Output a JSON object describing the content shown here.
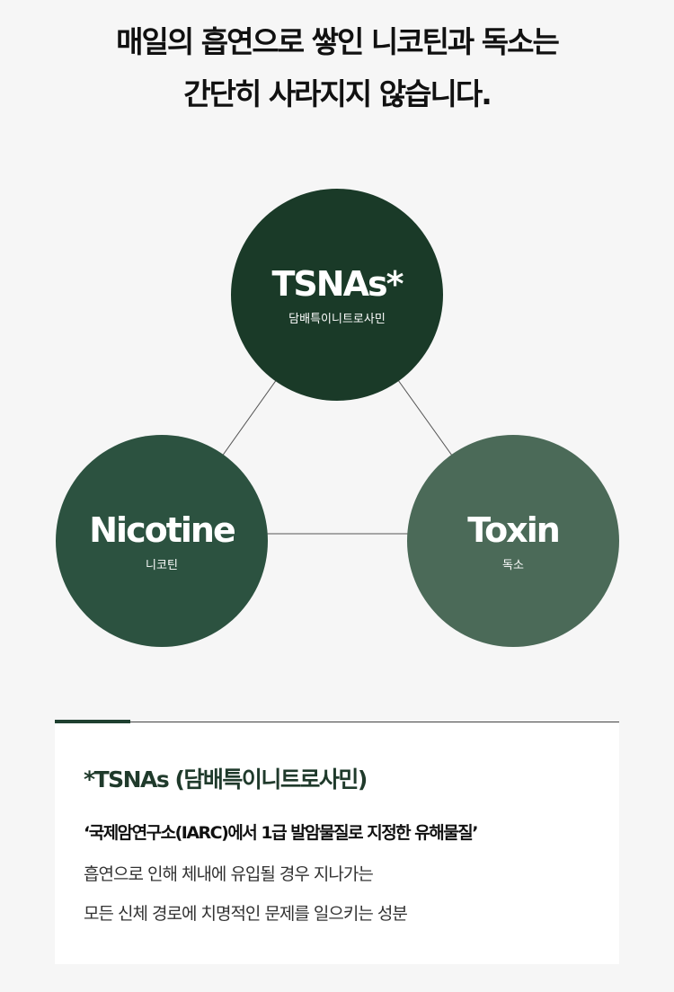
{
  "headline": {
    "line1": "매일의 흡연으로 쌓인 니코틴과 독소는",
    "line2": "간단히 사라지지 않습니다."
  },
  "colors": {
    "tsnas": "#1a3a28",
    "nicotine": "#2c5240",
    "toxin": "#4b6a58",
    "accent": "#1f4030"
  },
  "circles": [
    {
      "en": "TSNAs*",
      "ko": "담배특이니트로사민"
    },
    {
      "en": "Nicotine",
      "ko": "니코틴"
    },
    {
      "en": "Toxin",
      "ko": "독소"
    }
  ],
  "note": {
    "title": "*TSNAs (담배특이니트로사민)",
    "quote": "‘국제암연구소(IARC)에서 1급 발암물질로 지정한 유해물질’",
    "desc1": "흡연으로 인해 체내에 유입될 경우 지나가는",
    "desc2": "모든 신체 경로에 치명적인 문제를 일으키는 성분"
  }
}
